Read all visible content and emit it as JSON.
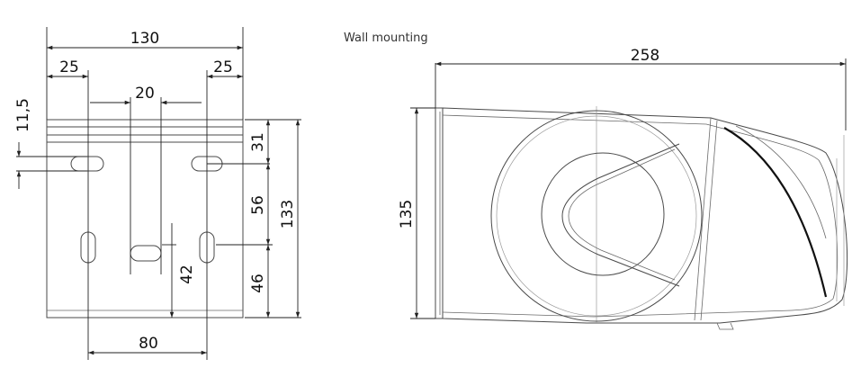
{
  "caption": "Wall mounting",
  "bracket_dimensions": {
    "overall_width": "130",
    "left_offset": "25",
    "right_offset": "25",
    "slot_spacing": "20",
    "slot_height": "11,5",
    "top_to_slots": "31",
    "slot_to_lower_slots": "56",
    "overall_height": "133",
    "lower_to_bottom": "46",
    "middle_slot_height": "42",
    "bottom_spacing": "80"
  },
  "housing_dimensions": {
    "length": "258",
    "height": "135"
  },
  "colors": {
    "line": "#4a4a4a",
    "dimension": "#222222",
    "accent_stroke": "#111111"
  }
}
